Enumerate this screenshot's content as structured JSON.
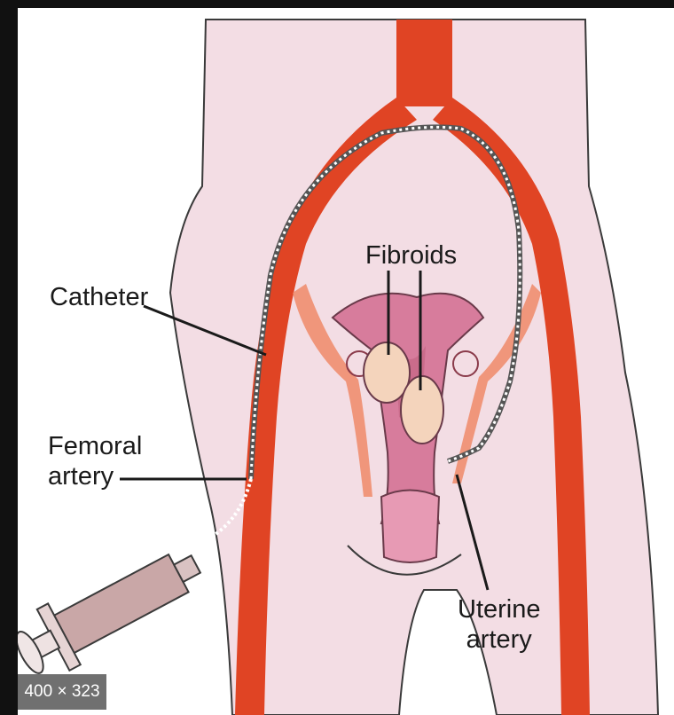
{
  "labels": {
    "catheter": "Catheter",
    "femoral_line1": "Femoral",
    "femoral_line2": "artery",
    "fibroids": "Fibroids",
    "uterine_line1": "Uterine",
    "uterine_line2": "artery"
  },
  "overlay": {
    "image_size": "400 × 323"
  },
  "colors": {
    "skin": "#f3dde4",
    "outline": "#3a3a3a",
    "artery": "#e04424",
    "uterus": "#d77c9c",
    "fibroid": "#f4d4bc",
    "catheter_dots": "#ffffff"
  }
}
